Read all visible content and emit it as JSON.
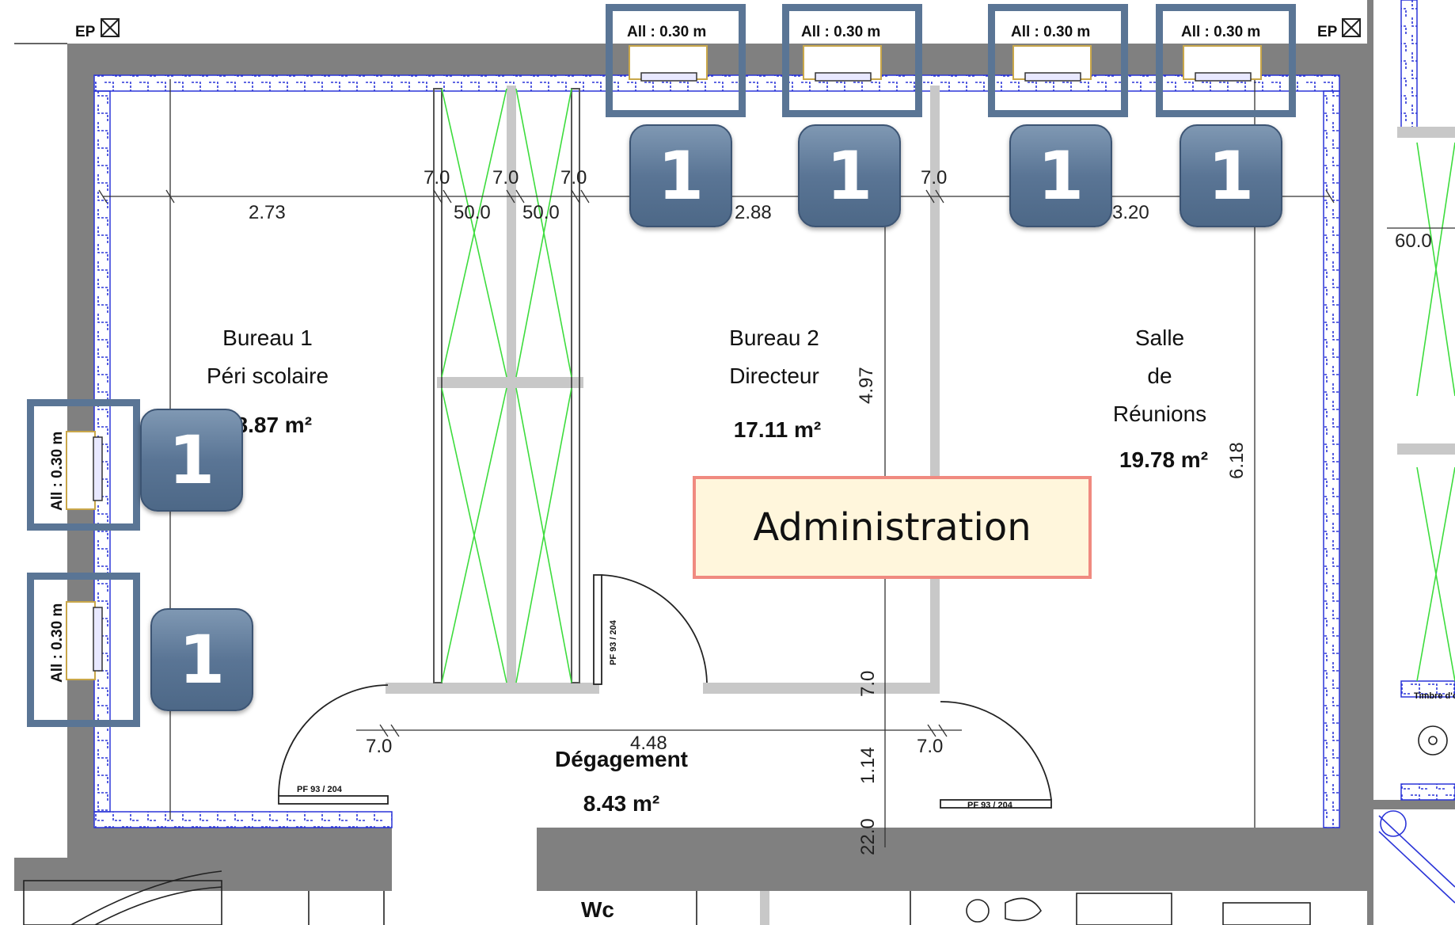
{
  "plan": {
    "markers": {
      "ep_left": "EP",
      "ep_right": "EP"
    },
    "rooms": [
      {
        "id": "bureau1",
        "lines": [
          "Bureau 1",
          "Péri scolaire"
        ],
        "area": "18.87 m²"
      },
      {
        "id": "bureau2",
        "lines": [
          "Bureau 2",
          "Directeur"
        ],
        "area": "17.11 m²"
      },
      {
        "id": "salle",
        "lines": [
          "Salle",
          "de",
          "Réunions"
        ],
        "area": "19.78 m²"
      },
      {
        "id": "degagement",
        "lines": [
          "Dégagement"
        ],
        "area": "8.43 m²"
      },
      {
        "id": "wc",
        "lines": [
          "Wc"
        ],
        "area": ""
      }
    ],
    "dimensions": {
      "bureau1_width": "2.73",
      "bureau2_width": "2.88",
      "salle_width": "3.20",
      "wall_a": "7.0",
      "wall_b": "7.0",
      "wall_c": "7.0",
      "wall_d": "7.0",
      "panel_a": "50.0",
      "panel_b": "50.0",
      "height_bureau2": "4.97",
      "height_salle": "6.18",
      "right_partial": "60.0",
      "corridor_width": "4.48",
      "corridor_wall_left": "7.0",
      "corridor_wall_right": "7.0",
      "corridor_height": "1.14",
      "corridor_wall_v": "7.0",
      "bottom_wall": "22.0"
    },
    "door_labels": [
      "PF 93 / 204",
      "PF 93 / 204",
      "PF 93 / 204"
    ],
    "windows": [
      {
        "id": "top-1",
        "allege": "All : 0.30 m"
      },
      {
        "id": "top-2",
        "allege": "All : 0.30 m"
      },
      {
        "id": "top-3",
        "allege": "All : 0.30 m"
      },
      {
        "id": "top-4",
        "allege": "All : 0.30 m"
      },
      {
        "id": "left-1",
        "allege": "All : 0.30 m"
      },
      {
        "id": "left-2",
        "allege": "All : 0.30 m"
      }
    ],
    "timbre_label": "Timbre d'offici"
  },
  "badges": [
    "1",
    "1",
    "1",
    "1",
    "1",
    "1"
  ],
  "section_label": "Administration",
  "colors": {
    "wall": "#808080",
    "insulation": "#2b35d8",
    "partition": "#c8c8c8",
    "glazing_cross": "#3ddc3d",
    "badge": "#5a7595",
    "frame": "#5a7595",
    "label_fill": "#fff6dc",
    "label_border": "#f08a80"
  }
}
